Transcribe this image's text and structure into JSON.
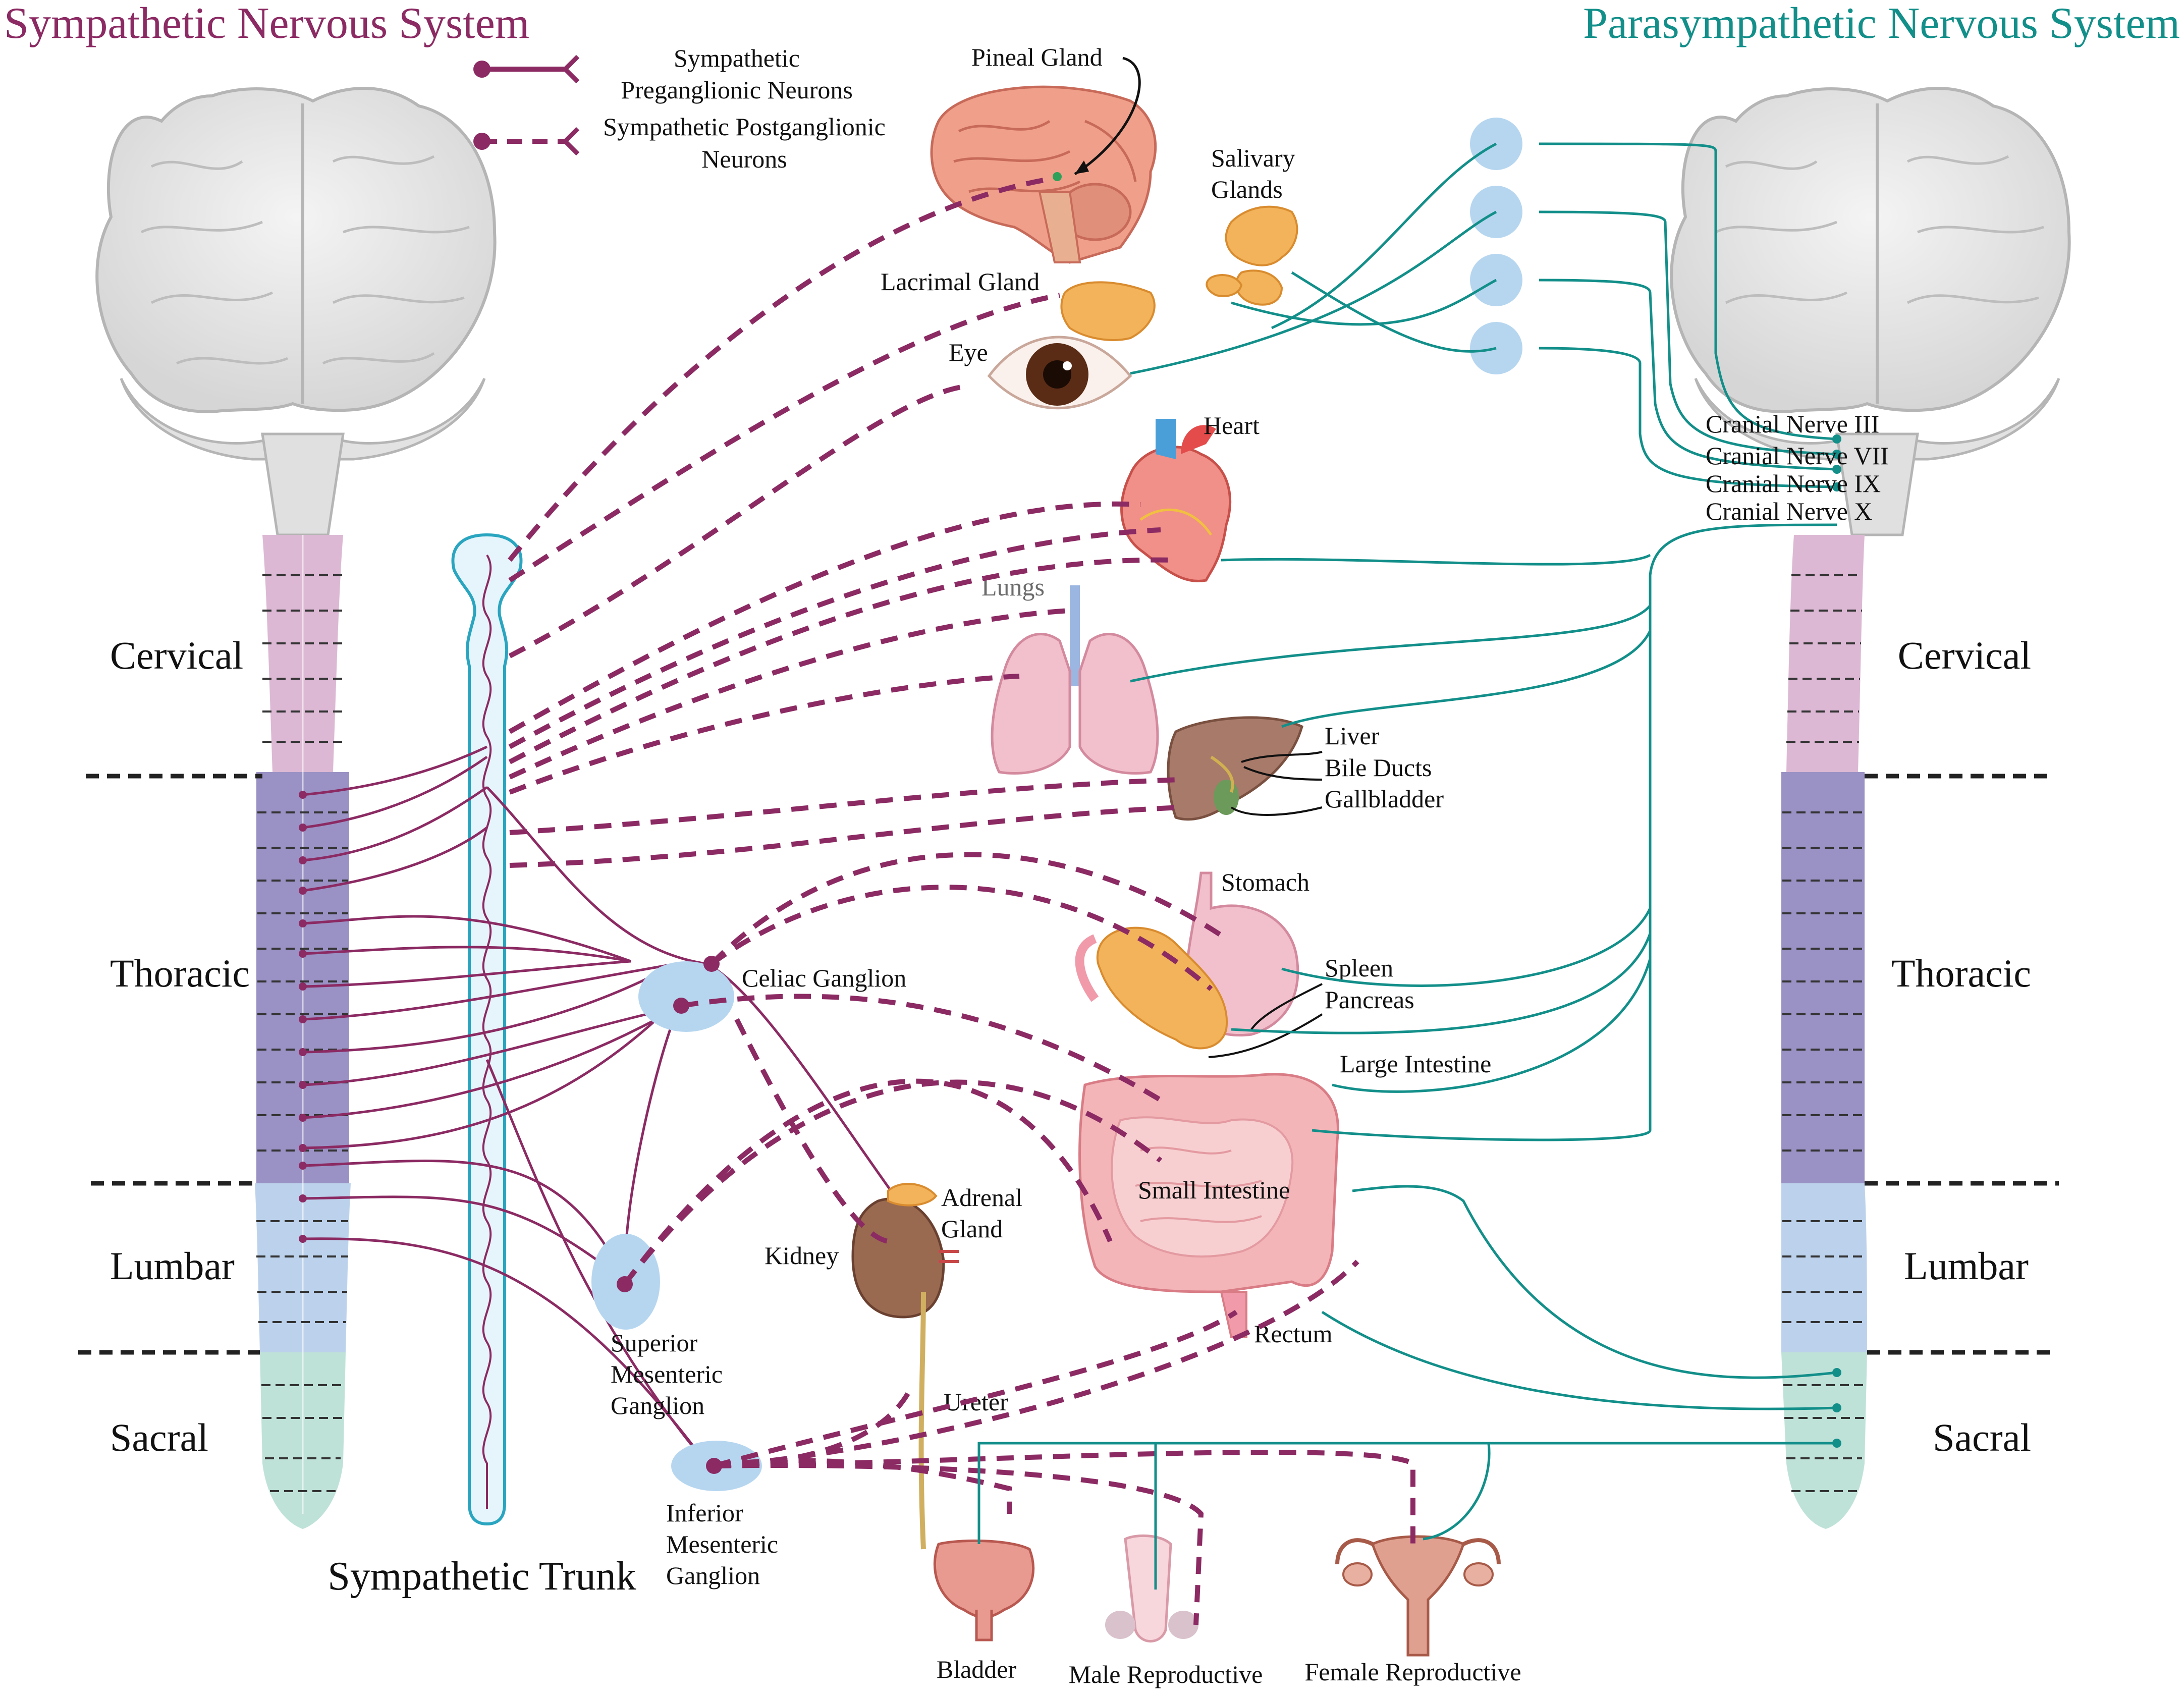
{
  "titles": {
    "sympathetic": "Sympathetic Nervous System",
    "parasympathetic": "Parasympathetic Nervous System"
  },
  "legend": {
    "pre_line1": "Sympathetic",
    "pre_line2": "Preganglionic Neurons",
    "post_line1": "Sympathetic Postganglionic",
    "post_line2": "Neurons"
  },
  "spinal_regions_left": [
    "Cervical",
    "Thoracic",
    "Lumbar",
    "Sacral"
  ],
  "spinal_regions_right": [
    "Cervical",
    "Thoracic",
    "Lumbar",
    "Sacral"
  ],
  "trunk_label": "Sympathetic Trunk",
  "cranial_nerves": [
    "Cranial Nerve III",
    "Cranial Nerve VII",
    "Cranial Nerve IX",
    "Cranial Nerve X"
  ],
  "organs": {
    "pineal": "Pineal Gland",
    "salivary_1": "Salivary",
    "salivary_2": "Glands",
    "lacrimal": "Lacrimal Gland",
    "eye": "Eye",
    "heart": "Heart",
    "lungs": "Lungs",
    "liver": "Liver",
    "bile": "Bile Ducts",
    "gallbladder": "Gallbladder",
    "stomach": "Stomach",
    "spleen": "Spleen",
    "pancreas": "Pancreas",
    "large_intestine": "Large Intestine",
    "small_intestine": "Small Intestine",
    "adrenal_1": "Adrenal",
    "adrenal_2": "Gland",
    "kidney": "Kidney",
    "rectum": "Rectum",
    "ureter": "Ureter",
    "bladder": "Bladder",
    "male": "Male Reproductive",
    "female": "Female Reproductive"
  },
  "ganglia": {
    "celiac": "Celiac Ganglion",
    "sup_1": "Superior",
    "sup_2": "Mesenteric",
    "sup_3": "Ganglion",
    "inf_1": "Inferior",
    "inf_2": "Mesenteric",
    "inf_3": "Ganglion"
  },
  "colors": {
    "sympathetic": "#8b2a63",
    "parasympathetic": "#138f8a",
    "cervical": "#dcb8d4",
    "thoracic": "#9a92c4",
    "lumbar": "#bcd2ec",
    "sacral": "#bfe2d8",
    "ganglion_fill": "#b6d6f0"
  }
}
